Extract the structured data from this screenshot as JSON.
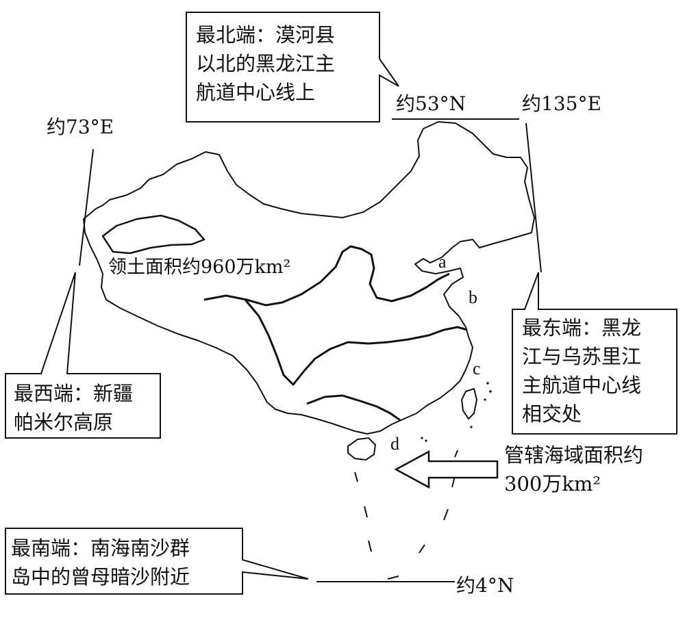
{
  "map": {
    "coords": {
      "west_lon": "约73°E",
      "east_lon": "约135°E",
      "north_lat": "约53°N",
      "south_lat": "约4°N"
    },
    "callouts": {
      "north": "最北端：漠河县\n以北的黑龙江主\n航道中心线上",
      "west": "最西端：新疆\n帕米尔高原",
      "east": "最东端：黑龙\n江与乌苏里江\n主航道中心线\n相交处",
      "south": "最南端：南海南沙群\n岛中的曾母暗沙附近"
    },
    "land_area": "领土面积约960万km²",
    "sea_area": "管辖海域面积约\n300万km²",
    "letters": [
      "a",
      "b",
      "c",
      "d"
    ]
  }
}
